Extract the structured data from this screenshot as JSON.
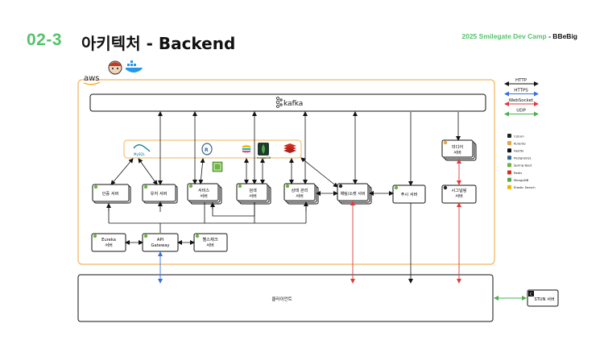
{
  "header": {
    "section_number": "02-3",
    "title": "아키텍처 - Backend",
    "event_prefix": "2025 Smilegate Dev Camp",
    "event_team": "- BBeBig"
  },
  "cloud": {
    "label": "aws"
  },
  "kafka": {
    "label": "kafka"
  },
  "datastores": {
    "mysql": "MySQL",
    "mongodb": "mongoDB"
  },
  "services": {
    "auth": "인증 서버",
    "user": "유저 서버",
    "service_1": "서비스",
    "service_2": "서버",
    "search_1": "검색",
    "search_2": "서버",
    "state_1": "상태 관리",
    "state_2": "서버",
    "chat": "채팅/소켓 서버",
    "push": "푸시 서버",
    "signaling_1": "시그널링",
    "signaling_2": "서버",
    "media_1": "미디어",
    "media_2": "서버",
    "eureka_1": "Eureka",
    "eureka_2": "서버",
    "gateway_1": "API",
    "gateway_2": "Gateway",
    "healthcheck_1": "헬스체크",
    "healthcheck_2": "서버"
  },
  "client": {
    "label": "클라이언트"
  },
  "stun": {
    "label": "STUN 서버",
    "badge": "C"
  },
  "protocol_legend": [
    {
      "label": "HTTP",
      "color": "#111111"
    },
    {
      "label": "HTTPS",
      "color": "#3a6fd8"
    },
    {
      "label": "WebSocket",
      "color": "#e03a3a"
    },
    {
      "label": "UDP",
      "color": "#4caf50"
    }
  ],
  "tech_legend": [
    {
      "label": "Coturn",
      "icon": "coturn-icon",
      "color": "#222222"
    },
    {
      "label": "Kurento",
      "icon": "kurento-icon",
      "color": "#e8a33a"
    },
    {
      "label": "Fastify",
      "icon": "fastify-icon",
      "color": "#111111"
    },
    {
      "label": "PostgreSQL",
      "icon": "postgresql-icon",
      "color": "#336791"
    },
    {
      "label": "Spring Boot",
      "icon": "spring-boot-icon",
      "color": "#6db33f"
    },
    {
      "label": "Redis",
      "icon": "redis-icon",
      "color": "#d82c20"
    },
    {
      "label": "MongoDB",
      "icon": "mongodb-icon",
      "color": "#4fa94d"
    },
    {
      "label": "Elastic Search",
      "icon": "elasticsearch-icon",
      "color": "#f0b400"
    }
  ]
}
